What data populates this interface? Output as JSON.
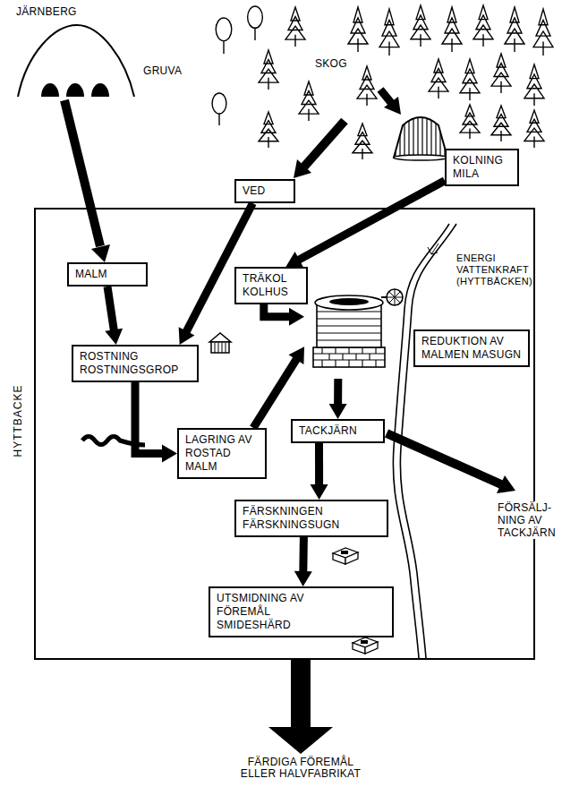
{
  "diagram": {
    "nodes": [
      {
        "text": [
          "HYTTBACKE"
        ]
      },
      {
        "text": [
          "VED"
        ]
      },
      {
        "text": [
          "KOLNING MILA"
        ]
      },
      {
        "text": [
          "MALM"
        ],
        "in": 0
      },
      {
        "text": [
          "ROSTNING ROSTNINGSGROP"
        ],
        "in": 0
      },
      {
        "text": [
          "TRÄKOL KOLHUS"
        ],
        "in": 0
      },
      {
        "text": [
          "REDUKTION AV MALMEN MASUGN"
        ],
        "in": 0
      },
      {
        "text": [
          "LAGRING AV ROSTAD MALM"
        ],
        "in": 0
      },
      {
        "text": [
          "TACKJÄRN"
        ],
        "in": 0
      },
      {
        "text": [
          "FÄRSKNINGEN FÄRSKNINGSUGN"
        ],
        "in": 0
      },
      {
        "text": [
          "UTSMIDNING AV FÖREMÅL SMIDESHÄRD"
        ],
        "in": 0
      }
    ],
    "edges": [
      {
        "from": 3,
        "to": 4,
        "arrow": "to"
      },
      {
        "from": 1,
        "to": 4,
        "arrow": "to"
      },
      {
        "from": 2,
        "to": 5,
        "arrow": "to"
      },
      {
        "from": 4,
        "to": 7,
        "arrow": "to"
      },
      {
        "from": 7,
        "to": 6,
        "arrow": "to"
      },
      {
        "from": 5,
        "to": 6,
        "arrow": "to"
      },
      {
        "from": 6,
        "to": 8,
        "arrow": "to"
      },
      {
        "from": 8,
        "to": 9,
        "arrow": "to"
      },
      {
        "from": 9,
        "to": 10,
        "arrow": "to"
      }
    ],
    "labels": [
      "JÄRNBERG",
      "GRUVA",
      "SKOG",
      "ENERGI VATTENKRAFT (HYTTBÄCKEN)",
      "FÖRSÄLJ- NING AV TACKJÄRN",
      "FÄRDIGA FÖREMÅL ELLER HALVFABRIKAT"
    ]
  }
}
